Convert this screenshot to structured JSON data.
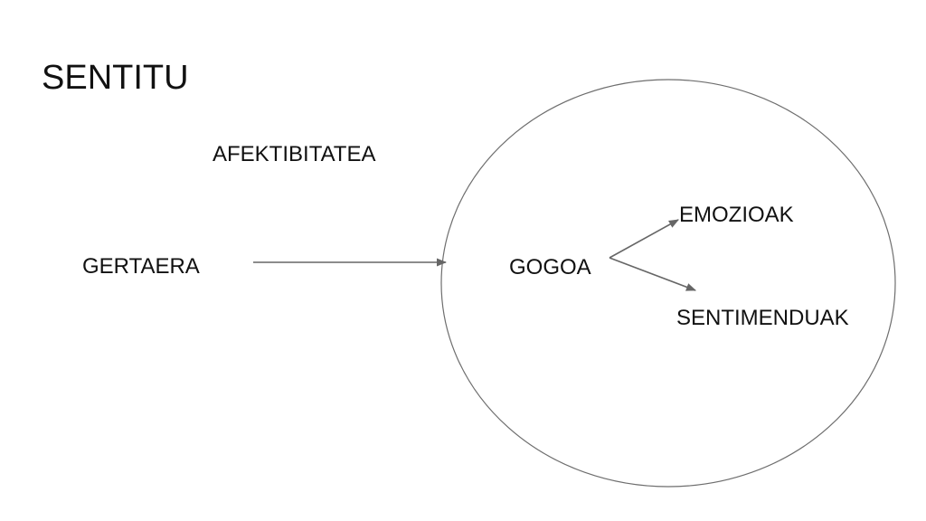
{
  "title": "SENTITU",
  "labels": {
    "afektibitatea": "AFEKTIBITATEA",
    "gertaera": "GERTAERA",
    "gogoa": "GOGOA",
    "emozioak": "EMOZIOAK",
    "sentimenduak": "SENTIMENDUAK"
  },
  "colors": {
    "text": "#111111",
    "line": "#666666",
    "background": "#ffffff"
  }
}
